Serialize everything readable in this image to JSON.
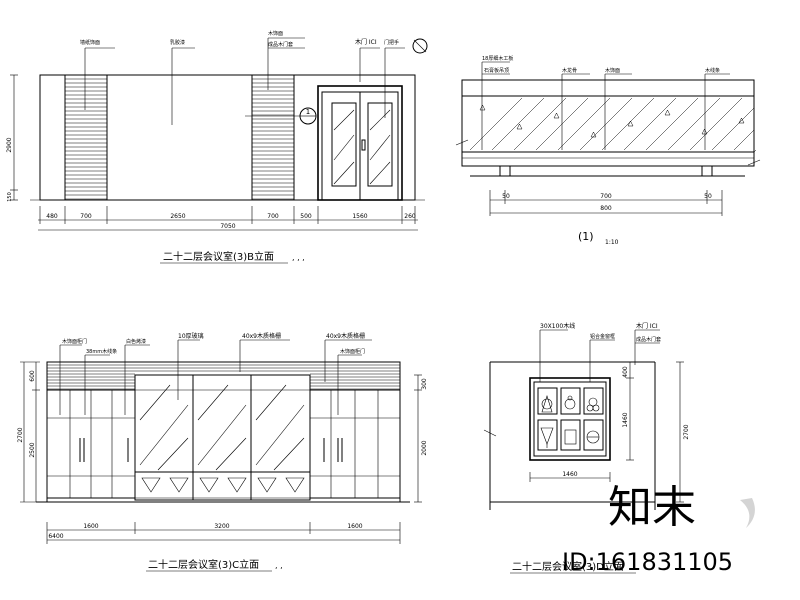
{
  "drawings": {
    "elevation_b": {
      "title": "二十二层会议室(3)B立面",
      "title_suffix": ", , ,",
      "dims": [
        "480",
        "700",
        "2650",
        "700",
        "500",
        "1560",
        "260"
      ],
      "total": "7050",
      "height_dims": [
        "2900",
        "150"
      ],
      "leaders": [
        "墙纸饰面",
        "乳胶漆",
        "木饰面",
        "成品木门套",
        "木门 ICI",
        "门把手"
      ],
      "callout": "1"
    },
    "detail_1": {
      "title": "(1)",
      "scale": "1:10",
      "dims": [
        "50",
        "700",
        "50"
      ],
      "total": "800",
      "leaders": [
        "18厚细木工板",
        "石膏板吊顶",
        "木龙骨",
        "木饰面",
        "木线条"
      ]
    },
    "elevation_c": {
      "title": "二十二层会议室(3)C立面",
      "title_suffix": ", ,",
      "dims": [
        "1600",
        "3200",
        "1600"
      ],
      "total": "6400",
      "height_left": [
        "600",
        "2700",
        "2500"
      ],
      "height_right": [
        "300",
        "2000"
      ],
      "leaders": [
        "木饰面柜门",
        "38mm木线条",
        "白色烤漆",
        "10厚玻璃",
        "40x9木质格栅",
        "40x9木质格栅",
        "木饰面柜门"
      ]
    },
    "elevation_d": {
      "title": "二十二层会议室(3)D立面",
      "dims": [
        "1460"
      ],
      "height_dims": [
        "400",
        "1460",
        "2700"
      ],
      "leaders": [
        "30X100木线",
        "铝合金窗框",
        "木门 ICI",
        "成品木门套"
      ]
    }
  },
  "watermark": {
    "logo_text": "知末",
    "id_text": "ID:161831105"
  }
}
